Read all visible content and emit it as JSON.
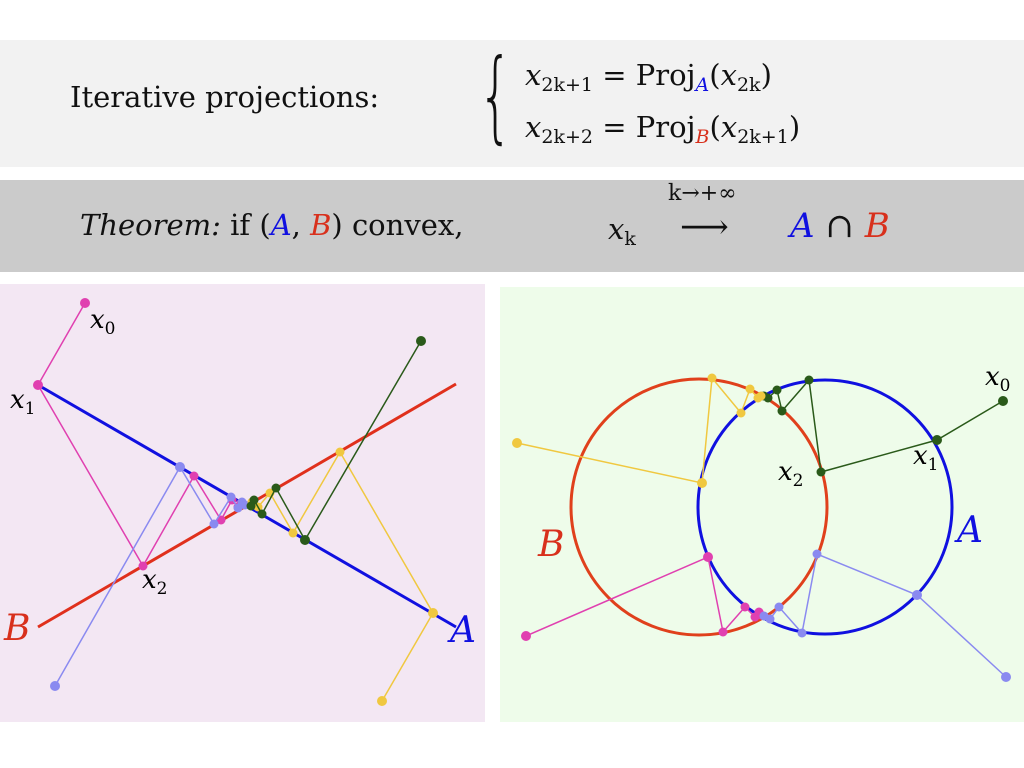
{
  "header": {
    "intro": "Iterative projections:",
    "eq1": {
      "lhs": "x",
      "lhs_sub": "2k+1",
      "op": "= Proj",
      "set": "A",
      "arg": "x",
      "arg_sub": "2k"
    },
    "eq2": {
      "lhs": "x",
      "lhs_sub": "2k+2",
      "op": "= Proj",
      "set": "B",
      "arg": "x",
      "arg_sub": "2k+1"
    }
  },
  "theorem": {
    "label": "Theorem:",
    "cond_pre": "if (",
    "set_a": "A",
    "comma": ",",
    "set_b": "B",
    "cond_post": ") convex,",
    "x": "x",
    "x_sub": "k",
    "limit": "k→+∞",
    "arrow": "⟶",
    "cap": "∩"
  },
  "left_panel": {
    "labels": {
      "x0": "x",
      "x0_sub": "0",
      "x1": "x",
      "x1_sub": "1",
      "x2": "x",
      "x2_sub": "2",
      "A": "A",
      "B": "B"
    }
  },
  "right_panel": {
    "labels": {
      "x0": "x",
      "x0_sub": "0",
      "x1": "x",
      "x1_sub": "1",
      "x2": "x",
      "x2_sub": "2",
      "A": "A",
      "B": "B"
    }
  },
  "colors": {
    "A": "#1010e0",
    "B": "#d8301c",
    "pink": "#e040b0",
    "lavender": "#8a8af0",
    "yellow": "#f0c840",
    "green": "#2a5a1a",
    "left_bg": "#f3e7f3",
    "right_bg": "#eefcea"
  }
}
